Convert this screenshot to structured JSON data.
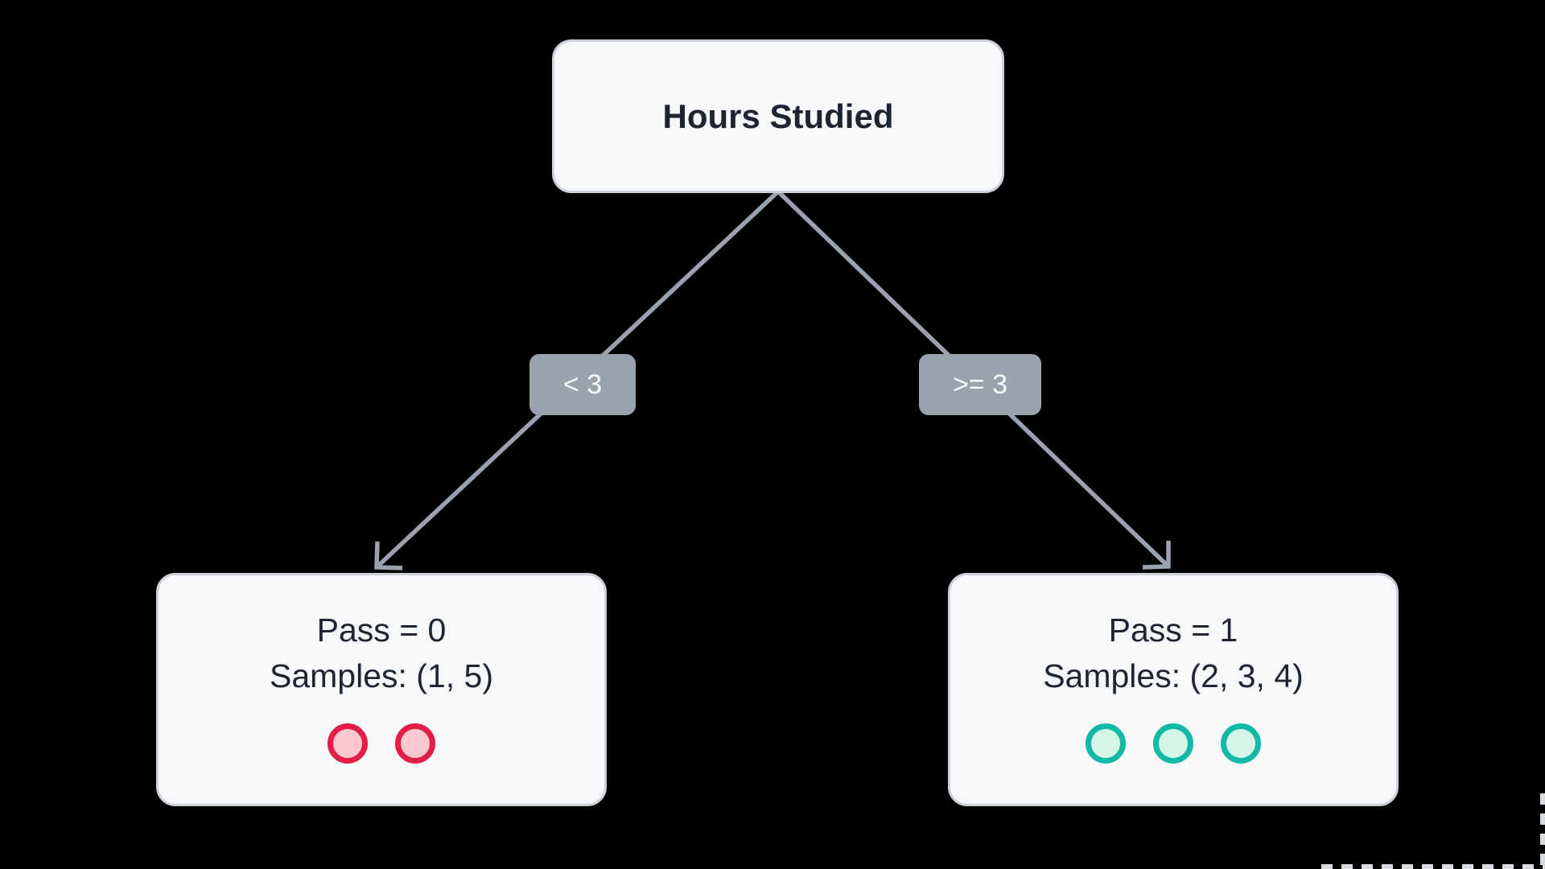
{
  "canvas": {
    "background": "#000000"
  },
  "tree": {
    "root": {
      "label": "Hours Studied"
    },
    "branches": [
      {
        "condition": "< 3"
      },
      {
        "condition": ">= 3"
      }
    ],
    "leaves": [
      {
        "prediction": "Pass = 0",
        "samples": "Samples: (1, 5)",
        "dot_count": 2,
        "dot_fill": "#f9c9cf",
        "dot_border": "#e11d48"
      },
      {
        "prediction": "Pass = 1",
        "samples": "Samples: (2, 3, 4)",
        "dot_count": 3,
        "dot_fill": "#d5f6e6",
        "dot_border": "#14b8a6"
      }
    ]
  },
  "colors": {
    "node_background": "#f7f8fa",
    "node_border": "#ccd1d8",
    "node_text": "#1e2532",
    "edge": "#9aa2ae",
    "edge_label_background": "#9aa2ae",
    "edge_label_text": "#f7f8fa",
    "fail_dot_border": "#e11d48",
    "fail_dot_fill": "#f9c9cf",
    "pass_dot_border": "#14b8a6",
    "pass_dot_fill": "#d5f6e6"
  }
}
